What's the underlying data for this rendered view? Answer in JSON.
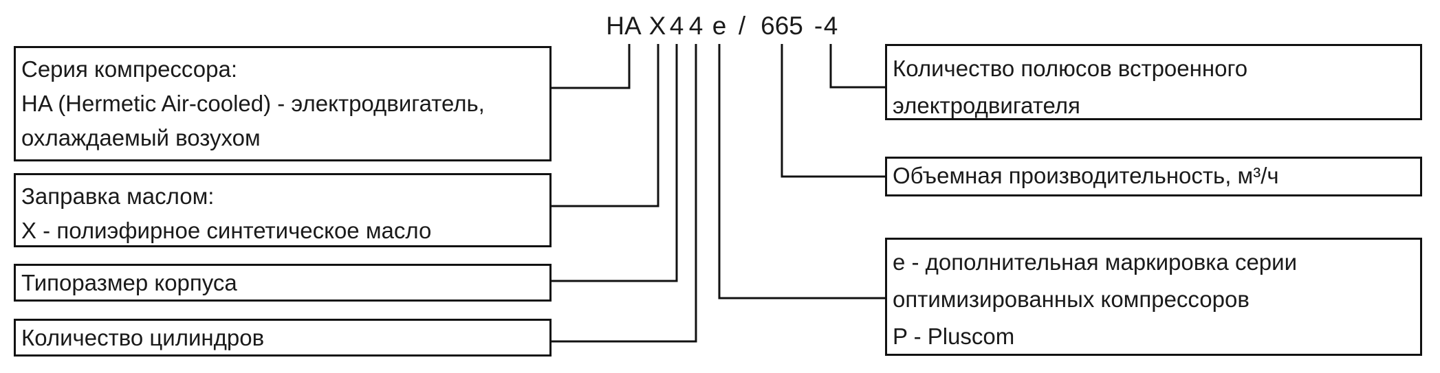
{
  "model_code": {
    "segments": [
      "HA",
      "X",
      "4",
      "4",
      "e",
      "/",
      "665",
      "-",
      "4"
    ]
  },
  "left_boxes": [
    {
      "lines": [
        "Серия компрессора:",
        "HA (Hermetic Air-cooled) - электродвигатель,",
        "охлаждаемый возухом"
      ]
    },
    {
      "lines": [
        "Заправка маслом:",
        "X - полиэфирное синтетическое масло"
      ]
    },
    {
      "lines": [
        "Типоразмер корпуса"
      ]
    },
    {
      "lines": [
        "Количество цилиндров"
      ]
    }
  ],
  "right_boxes": [
    {
      "lines": [
        "Количество полюсов встроенного",
        "электродвигателя"
      ]
    },
    {
      "lines": [
        "Объемная производительность, м³/ч"
      ]
    },
    {
      "lines": [
        "e - дополнительная маркировка серии",
        "оптимизированных компрессоров",
        "P - Pluscom"
      ]
    }
  ]
}
